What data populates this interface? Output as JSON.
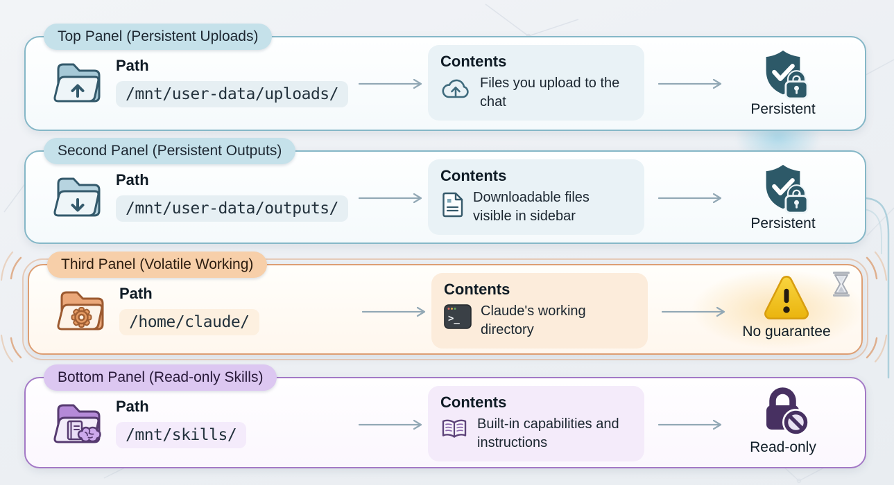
{
  "diagram_title": "Claude file-system persistence panels",
  "accents": {
    "teal_border": "#85b7c7",
    "teal_badge": "#c5e1ea",
    "orange_border": "#dd9e73",
    "orange_badge": "#f7cfa9",
    "purple_border": "#a379c6",
    "purple_badge": "#dcc7f1",
    "shield_fill": "#2d5968",
    "warning_fill": "#f2bd1d",
    "lock_fill": "#473061",
    "arrow_color": "#92a8b5"
  },
  "panels": [
    {
      "label": "Top Panel (Persistent Uploads)",
      "path_label": "Path",
      "path": "/mnt/user-data/uploads/",
      "contents_label": "Contents",
      "contents": "Files you upload to the chat",
      "status": "Persistent",
      "icons": {
        "folder": "folder-arrow-up-icon",
        "contents": "cloud-upload-icon",
        "status": "shield-check-lock-icon"
      }
    },
    {
      "label": "Second Panel (Persistent Outputs)",
      "path_label": "Path",
      "path": "/mnt/user-data/outputs/",
      "contents_label": "Contents",
      "contents": "Downloadable files visible in sidebar",
      "status": "Persistent",
      "icons": {
        "folder": "folder-arrow-down-icon",
        "contents": "document-icon",
        "status": "shield-check-lock-icon"
      }
    },
    {
      "label": "Third Panel (Volatile Working)",
      "path_label": "Path",
      "path": "/home/claude/",
      "contents_label": "Contents",
      "contents": "Claude's working directory",
      "status": "No guarantee",
      "icons": {
        "folder": "folder-gear-icon",
        "contents": "terminal-icon",
        "status": "warning-triangle-icon",
        "extra": "hourglass-icon"
      }
    },
    {
      "label": "Bottom Panel (Read-only Skills)",
      "path_label": "Path",
      "path": "/mnt/skills/",
      "contents_label": "Contents",
      "contents": "Built-in capabilities and instructions",
      "status": "Read-only",
      "icons": {
        "folder": "folder-book-brain-icon",
        "contents": "open-book-icon",
        "status": "lock-prohibited-icon"
      }
    }
  ]
}
